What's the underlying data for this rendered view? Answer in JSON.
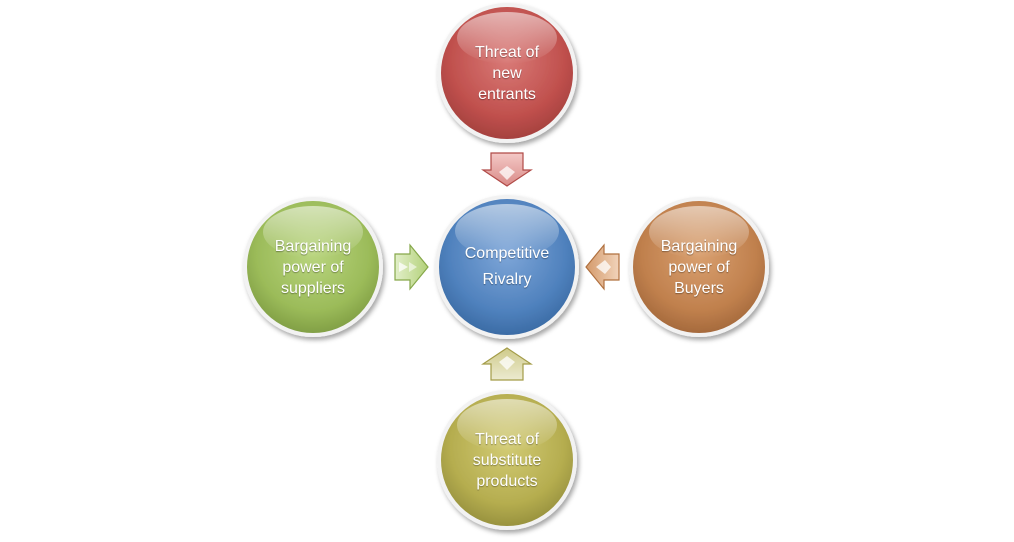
{
  "diagram": {
    "center": {
      "lines": [
        "Competitive",
        "Rivalry"
      ],
      "color": "#4f81bd"
    },
    "forces": {
      "top": {
        "lines": [
          "Threat of",
          "new",
          "entrants"
        ],
        "color": "#c0504d"
      },
      "left": {
        "lines": [
          "Bargaining",
          "power of",
          "suppliers"
        ],
        "color": "#9bbb59"
      },
      "right": {
        "lines": [
          "Bargaining",
          "power of",
          "Buyers"
        ],
        "color": "#c0804d"
      },
      "bottom": {
        "lines": [
          "Threat of",
          "substitute",
          "products"
        ],
        "color": "#b5ad4f"
      }
    }
  }
}
